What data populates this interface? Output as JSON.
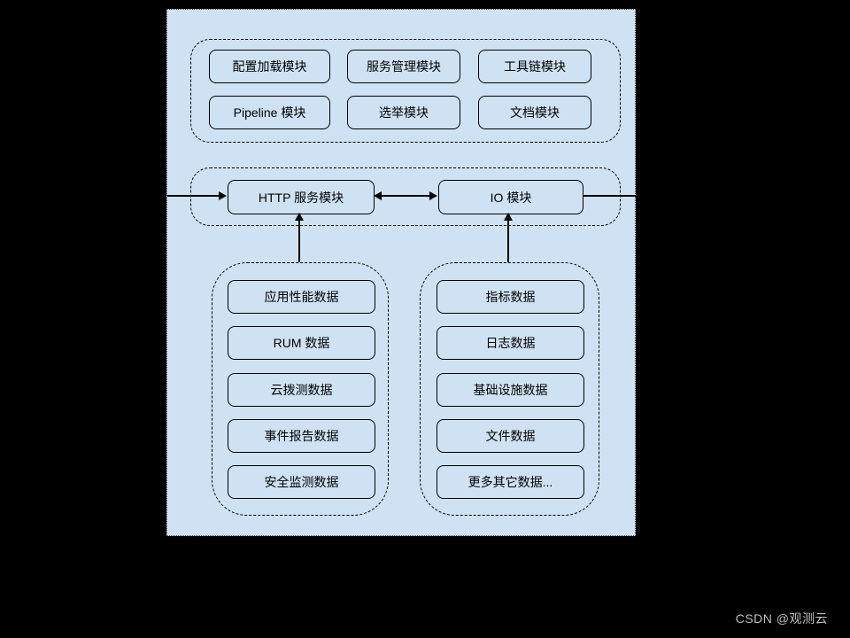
{
  "diagram": {
    "modules_group": {
      "items": [
        "配置加载模块",
        "服务管理模块",
        "工具链模块",
        "Pipeline 模块",
        "选举模块",
        "文档模块"
      ]
    },
    "service_group": {
      "http_label": "HTTP 服务模块",
      "io_label": "IO 模块"
    },
    "left_data_group": {
      "items": [
        "应用性能数据",
        "RUM 数据",
        "云拨测数据",
        "事件报告数据",
        "安全监测数据"
      ]
    },
    "right_data_group": {
      "items": [
        "指标数据",
        "日志数据",
        "基础设施数据",
        "文件数据",
        "更多其它数据..."
      ]
    }
  },
  "watermark": {
    "text": "CSDN @观测云"
  },
  "colors": {
    "page_bg": "#000000",
    "panel_bg": "#cfe2f3",
    "node_border": "#000000",
    "dashed_group_border": "#000000",
    "watermark_text": "#bfbfbf"
  }
}
